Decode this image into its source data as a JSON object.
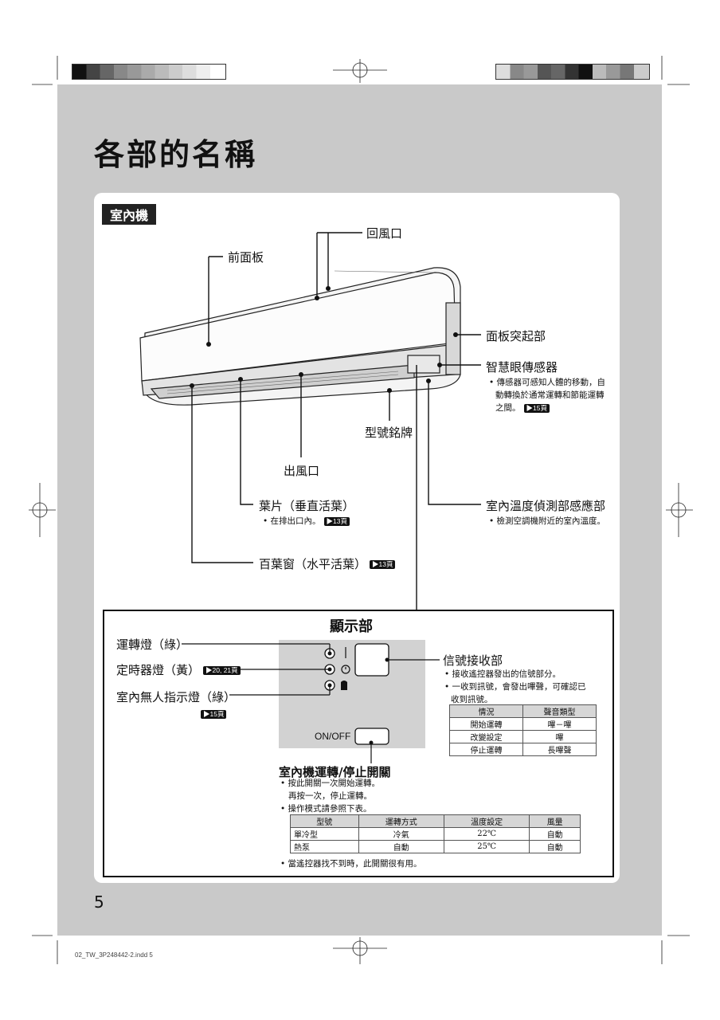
{
  "page": {
    "title": "各部的名稱",
    "section_tag": "室內機",
    "page_number": "5",
    "footer_file": "02_TW_3P248442-2.indd   5"
  },
  "indoor_unit": {
    "return_air": "回風口",
    "front_panel": "前面板",
    "panel_protrusion": "面板突起部",
    "intelligent_eye": {
      "label": "智慧眼傳感器",
      "notes": [
        "• 傳感器可感知人體的移動，自",
        "動轉換於通常運轉和節能運轉",
        "之間。"
      ],
      "ref": "▶15頁"
    },
    "model_plate": "型號銘牌",
    "air_outlet": "出風口",
    "flaps": {
      "label": "葉片（垂直活葉）",
      "note": "• 在排出口內。",
      "ref": "▶13頁"
    },
    "room_temp_sensor": {
      "label": "室內溫度偵測部感應部",
      "note": "• 檢測空調機附近的室內溫度。"
    },
    "louvers": {
      "label": "百葉窗（水平活葉）",
      "ref": "▶13頁"
    }
  },
  "display": {
    "title": "顯示部",
    "operation_lamp": "運轉燈（綠）",
    "timer_lamp": "定時器燈（黃）",
    "timer_ref": "▶20, 21頁",
    "absence_lamp": "室內無人指示燈（綠）",
    "absence_ref": "▶15頁",
    "onoff_text": "ON/OFF",
    "signal_receiver": {
      "label": "信號接收部",
      "notes": [
        "• 接收遙控器發出的信號部分。",
        "• 一收到訊號，會發出嗶聲，可確認已",
        "收到訊號。"
      ]
    },
    "sound_table": {
      "headers": [
        "情況",
        "聲音類型"
      ],
      "rows": [
        [
          "開始運轉",
          "嗶－嗶"
        ],
        [
          "改變設定",
          "嗶"
        ],
        [
          "停止運轉",
          "長嗶聲"
        ]
      ]
    },
    "onoff_switch": {
      "label": "室內機運轉/停止開關",
      "notes": [
        "• 按此開關一次開始運轉。",
        "再按一次，停止運轉。",
        "• 操作模式請參照下表。"
      ],
      "footer_note": "• 當遙控器找不到時，此開關很有用。"
    },
    "mode_table": {
      "headers": [
        "型號",
        "運轉方式",
        "溫度設定",
        "風量"
      ],
      "rows": [
        [
          "單冷型",
          "冷氣",
          "22℃",
          "自動"
        ],
        [
          "熱泵",
          "自動",
          "25℃",
          "自動"
        ]
      ]
    }
  }
}
